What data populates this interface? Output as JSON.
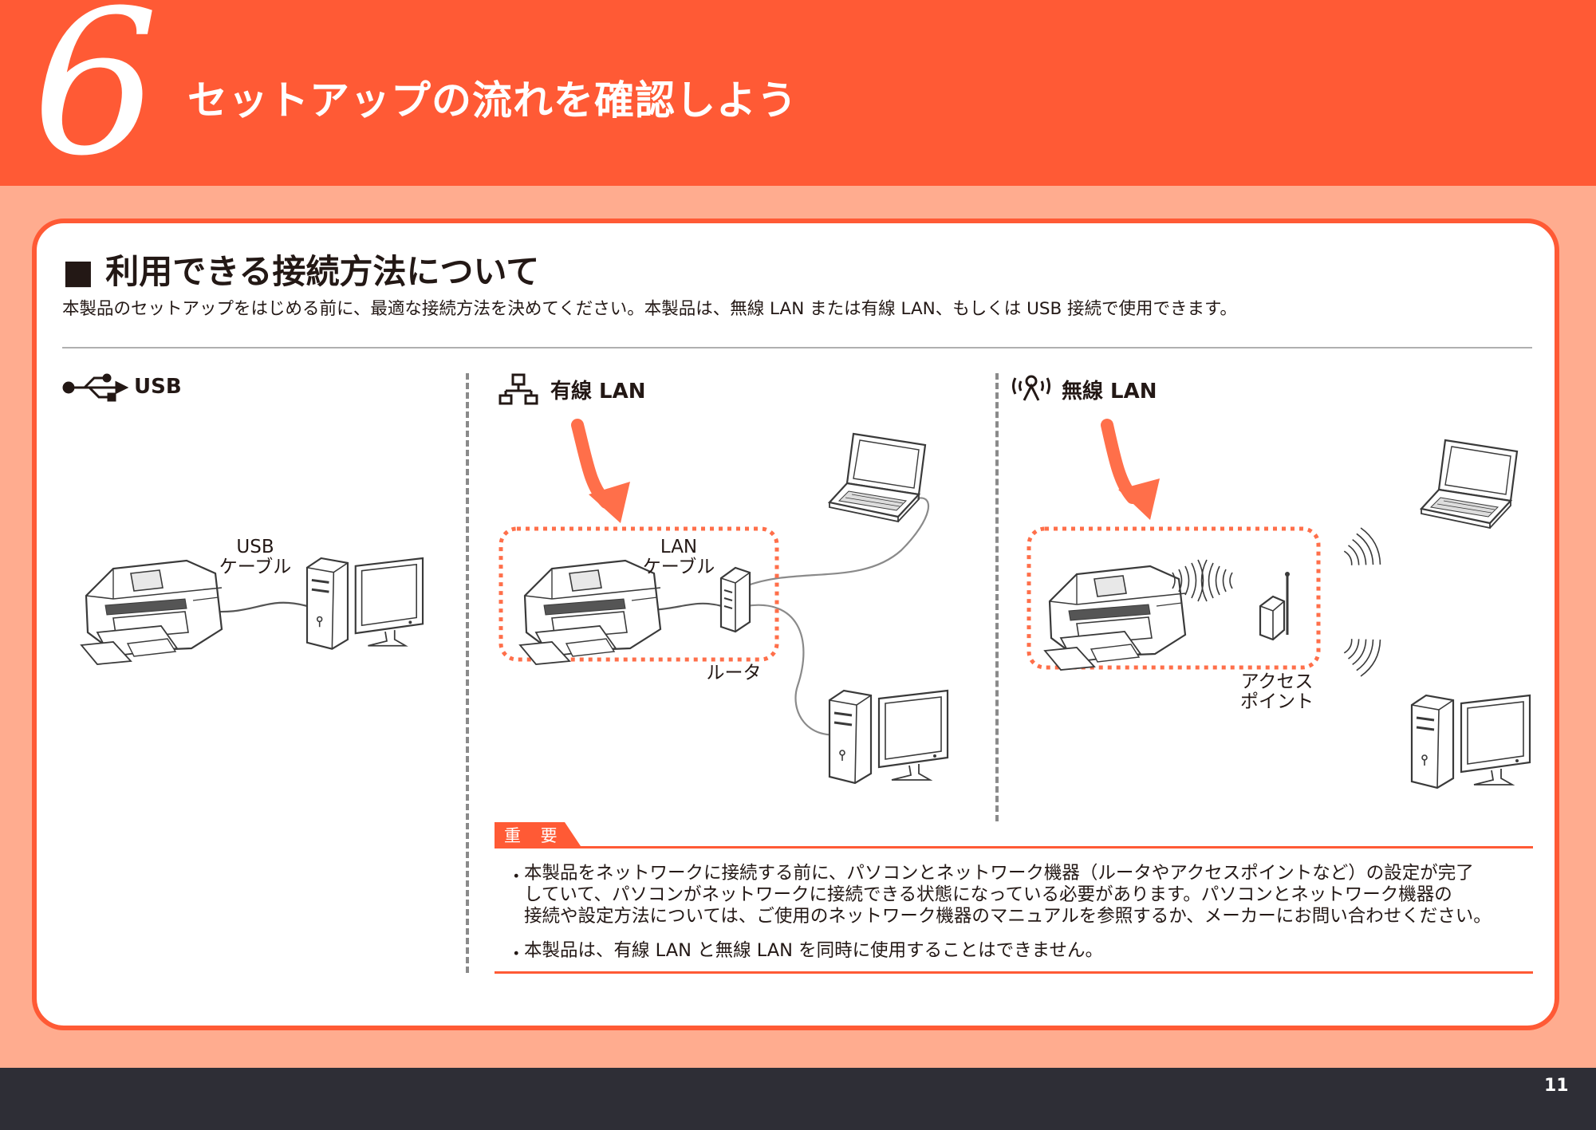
{
  "header": {
    "step": "6",
    "title": "セットアップの流れを確認しよう"
  },
  "section": {
    "title": "■ 利用できる接続方法について",
    "intro": "本製品のセットアップをはじめる前に、最適な接続方法を決めてください。本製品は、無線 LAN または有線 LAN、もしくは USB 接続で使用できます。"
  },
  "columns": {
    "usb": {
      "title": "USB",
      "cable_line1": "USB",
      "cable_line2": "ケーブル"
    },
    "wired": {
      "title": "有線 LAN",
      "cable_line1": "LAN",
      "cable_line2": "ケーブル",
      "router": "ルータ"
    },
    "wireless": {
      "title": "無線 LAN",
      "ap_line1": "アクセス",
      "ap_line2": "ポイント"
    }
  },
  "important": {
    "badge": "重 要",
    "notes": [
      [
        "本製品をネットワークに接続する前に、パソコンとネットワーク機器（ルータやアクセスポイントなど）の設定が完了",
        "していて、パソコンがネットワークに接続できる状態になっている必要があります。パソコンとネットワーク機器の",
        "接続や設定方法については、ご使用のネットワーク機器のマニュアルを参照するか、メーカーにお問い合わせください。"
      ],
      [
        "本製品は、有線 LAN と無線 LAN を同時に使用することはできません。"
      ]
    ]
  },
  "footer": {
    "page": "11"
  },
  "colors": {
    "accent": "#ff5a35",
    "background": "#ffac8f",
    "footer": "#2e2e36"
  },
  "icons": [
    "usb-icon",
    "wired-lan-icon",
    "wireless-lan-icon",
    "printer-icon",
    "desktop-pc-icon",
    "laptop-icon",
    "router-icon",
    "access-point-icon",
    "arrow-icon"
  ]
}
